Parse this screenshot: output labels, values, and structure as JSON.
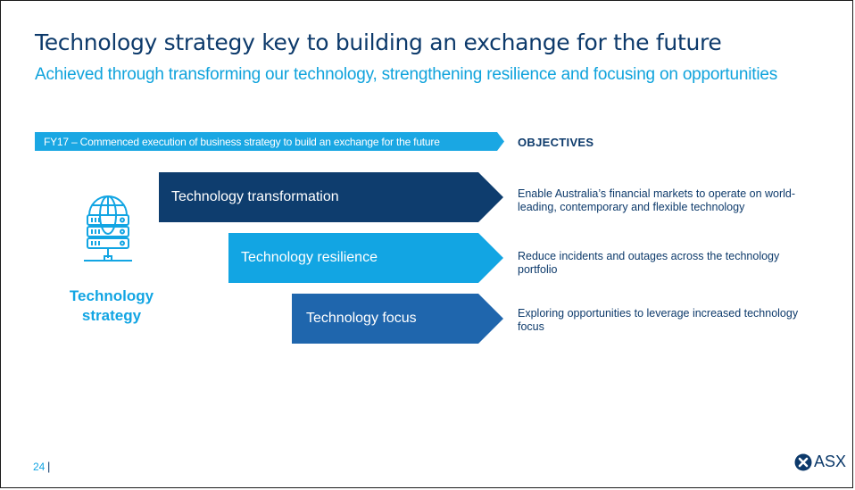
{
  "slide": {
    "title": "Technology strategy key to building an exchange for the future",
    "subtitle": "Achieved through transforming our technology, strengthening resilience and focusing on opportunities",
    "banner": "FY17 – Commenced execution of business strategy to build an exchange for the future",
    "objectives_heading": "OBJECTIVES",
    "strategy_label_line1": "Technology",
    "strategy_label_line2": "strategy",
    "icon": "server-network-icon",
    "pillars": [
      {
        "label": "Technology transformation",
        "color": "#0e3d6e",
        "objective": "Enable Australia’s financial markets to operate on world-leading, contemporary and flexible technology"
      },
      {
        "label": "Technology resilience",
        "color": "#12a5e3",
        "objective": "Reduce incidents and outages across the technology portfolio"
      },
      {
        "label": "Technology focus",
        "color": "#1f66ad",
        "objective": "Exploring opportunities to leverage increased technology focus"
      }
    ],
    "page_number": "24",
    "page_separator": "|",
    "logo_text": "ASX",
    "colors": {
      "navy": "#0d3a6b",
      "accent": "#12a5e3",
      "banner": "#1aa7e3"
    }
  }
}
